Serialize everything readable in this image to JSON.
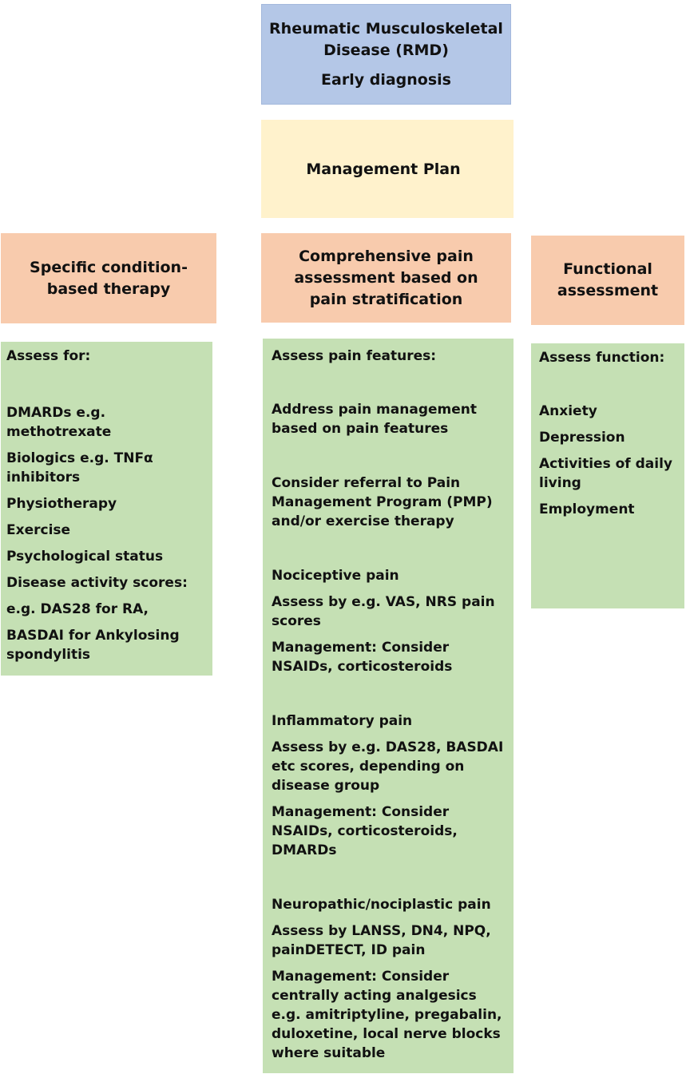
{
  "top_box": {
    "title": "Rheumatic Musculoskeletal Disease (RMD)",
    "subtitle": "Early diagnosis"
  },
  "management_box": {
    "title": "Management Plan"
  },
  "columns": [
    {
      "header": "Specific condition-based therapy",
      "items": [
        "Assess for:",
        "DMARDs e.g. methotrexate",
        "Biologics e.g. TNFα inhibitors",
        "Physiotherapy",
        "Exercise",
        "Psychological status",
        "Disease activity scores:",
        "e.g. DAS28 for RA,",
        "BASDAI for Ankylosing spondylitis"
      ]
    },
    {
      "header": "Comprehensive pain assessment based on pain stratification",
      "items": [
        "Assess pain features:",
        "Address pain management based on pain features",
        "Consider referral to Pain Management Program (PMP) and/or exercise therapy",
        "Nociceptive pain",
        "Assess by e.g. VAS, NRS pain scores",
        "Management: Consider NSAIDs, corticosteroids",
        "Inflammatory pain",
        "Assess by e.g. DAS28, BASDAI etc scores, depending on disease group",
        "Management: Consider NSAIDs, corticosteroids, DMARDs",
        "Neuropathic/nociplastic pain",
        "Assess by LANSS, DN4, NPQ, painDETECT, ID pain",
        "Management: Consider centrally acting analgesics e.g. amitriptyline, pregabalin, duloxetine, local nerve blocks where suitable"
      ]
    },
    {
      "header": "Functional assessment",
      "items": [
        "Assess function:",
        "Anxiety",
        "Depression",
        "Activities of daily living",
        "Employment"
      ]
    }
  ],
  "colors": {
    "top": "#b4c7e7",
    "management": "#fff2cc",
    "header": "#f8cbad",
    "list": "#c5e0b4"
  }
}
